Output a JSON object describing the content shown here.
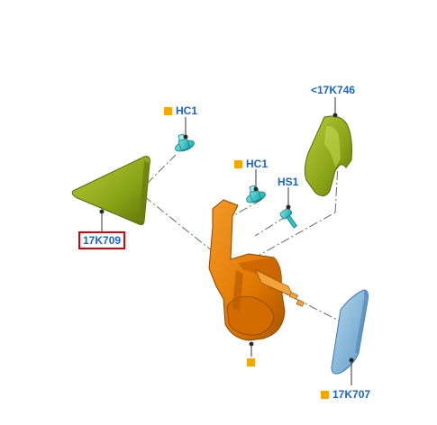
{
  "colors": {
    "label_blue": "#1a63c8",
    "marker_orange": "#f6a800",
    "highlight_red": "#e00000",
    "part_green": "#8fa81a",
    "part_orange": "#e07800",
    "part_cyan": "#29c4c4",
    "part_glass": "#7cb4dc",
    "leader_line": "#555555"
  },
  "callouts": [
    {
      "id": "hc1-top",
      "text": "HC1",
      "marker": true,
      "highlighted": false
    },
    {
      "id": "hc1-mid",
      "text": "HC1",
      "marker": true,
      "highlighted": false
    },
    {
      "id": "hs1",
      "text": "HS1",
      "marker": false,
      "highlighted": false
    },
    {
      "id": "17k746",
      "text": "<17K746",
      "marker": false,
      "highlighted": false
    },
    {
      "id": "17k709",
      "text": "17K709",
      "marker": false,
      "highlighted": true
    },
    {
      "id": "17k707",
      "text": "17K707",
      "marker": true,
      "highlighted": false
    },
    {
      "id": "base-marker",
      "text": "",
      "marker": true,
      "highlighted": false
    }
  ]
}
